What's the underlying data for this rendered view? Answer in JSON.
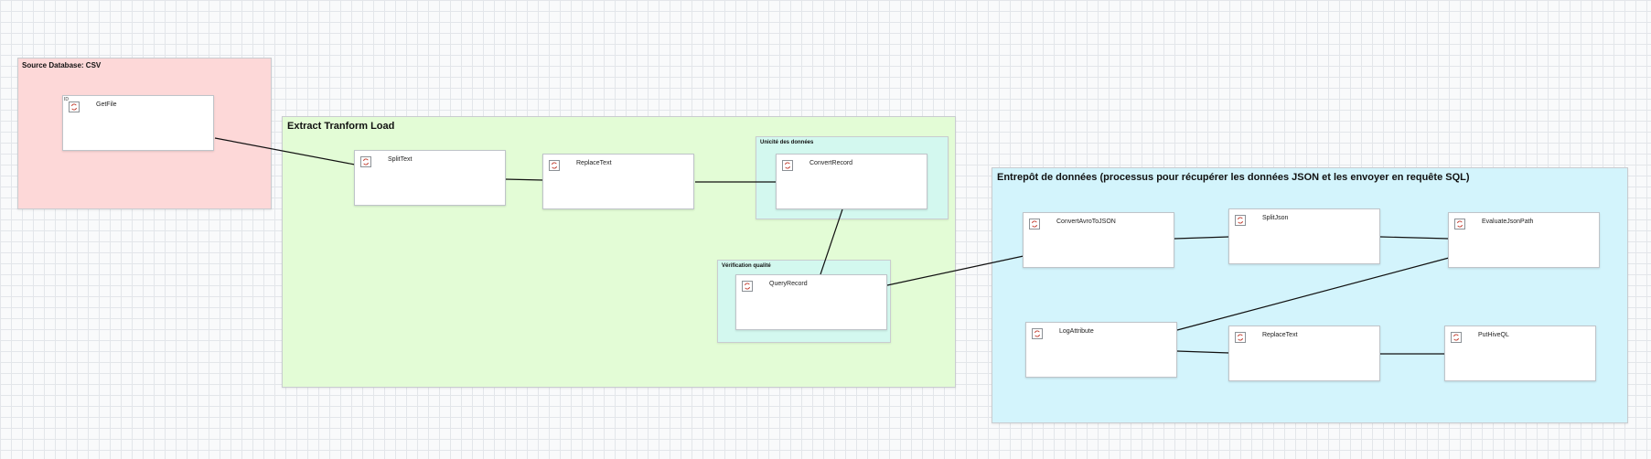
{
  "groups": {
    "source": "Source Database: CSV",
    "etl": "Extract Tranform Load",
    "unicite": "Unicité des données",
    "verification": "Vérification qualité",
    "entrepot": "Entrepôt de données (processus pour récupérer les données JSON et les envoyer en requête SQL)"
  },
  "processors": {
    "getfile": {
      "name": "GetFile",
      "id": "ID"
    },
    "splittext": {
      "name": "SplitText"
    },
    "replacetext_etl": {
      "name": "ReplaceText"
    },
    "convertrecord": {
      "name": "ConvertRecord"
    },
    "queryrecord": {
      "name": "QueryRecord"
    },
    "convertavrotojson": {
      "name": "ConvertAvroToJSON"
    },
    "splitjson": {
      "name": "SplitJson"
    },
    "evaluatejsonpath": {
      "name": "EvaluateJsonPath"
    },
    "logattribute": {
      "name": "LogAttribute"
    },
    "replacetext_dw": {
      "name": "ReplaceText"
    },
    "puthiveql": {
      "name": "PutHiveQL"
    }
  },
  "icon": "processor-icon",
  "colors": {
    "source_group": "#fdd8d8",
    "etl_group": "#e3fcd6",
    "sub_group": "#d3f8ef",
    "warehouse_group": "#d3f4fc",
    "connection": "#111111",
    "icon_accent": "#c0392b"
  }
}
